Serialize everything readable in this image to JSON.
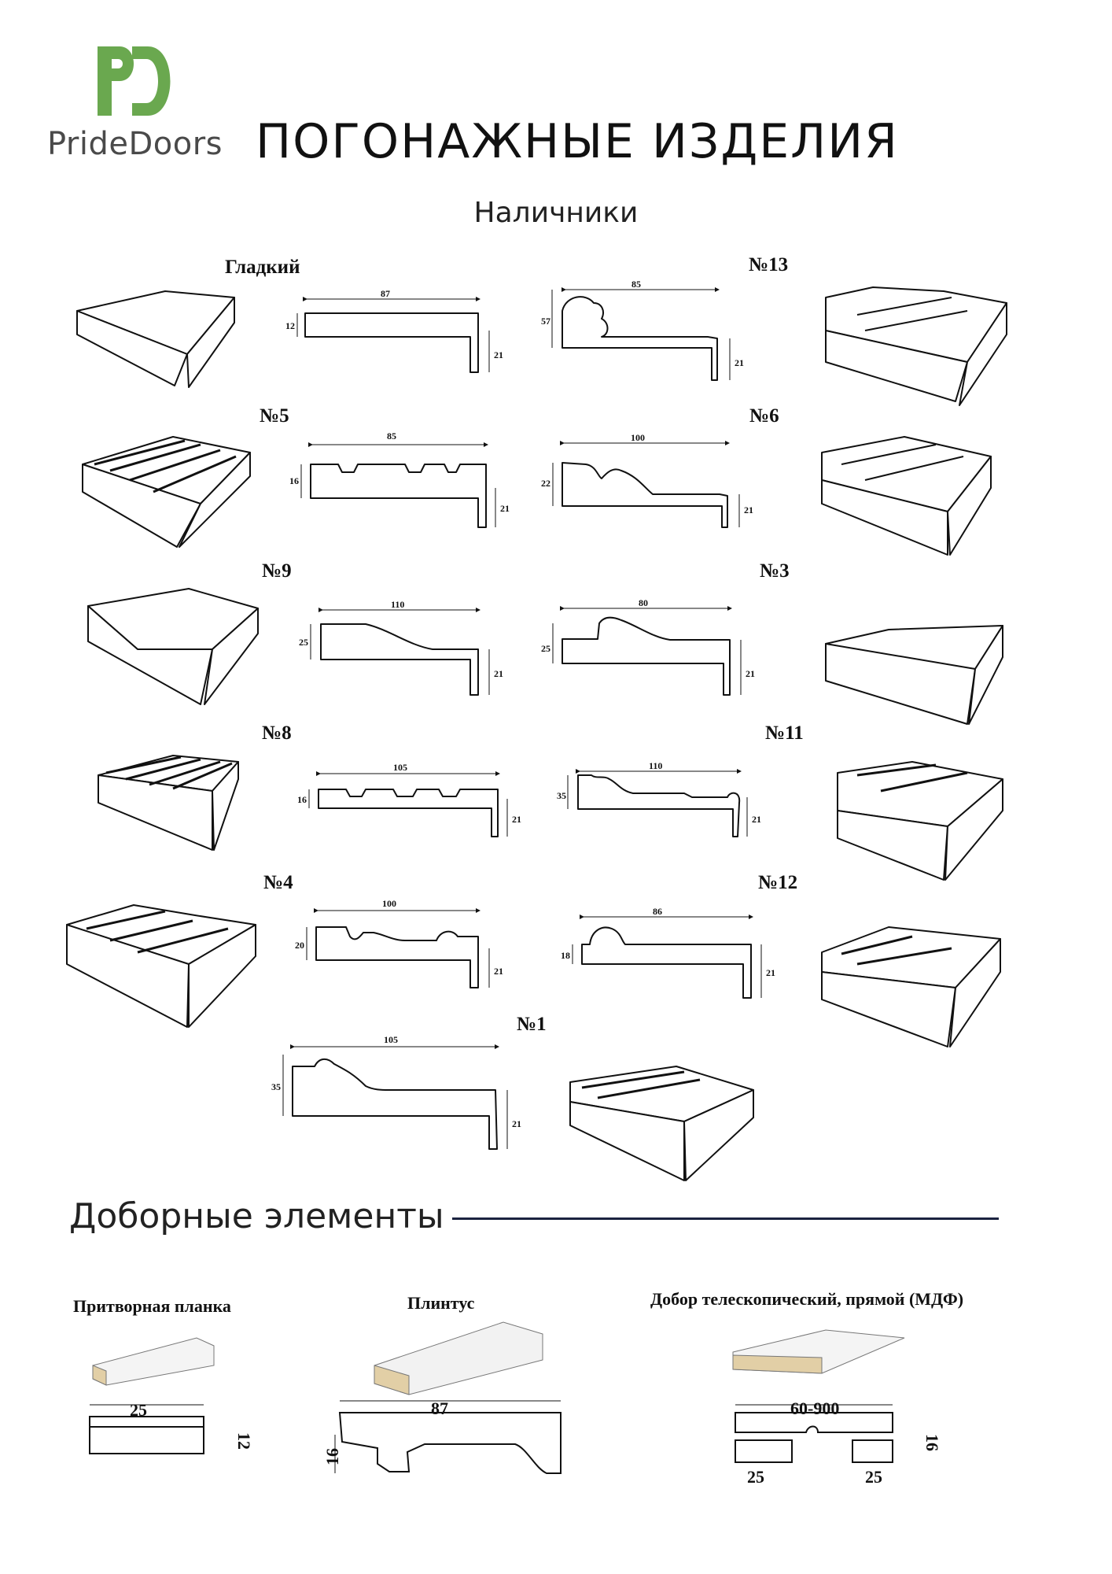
{
  "brand": {
    "name": "PrideDoors",
    "logo_color": "#6aa84f"
  },
  "title": "ПОГОНАЖНЫЕ ИЗДЕЛИЯ",
  "subtitle": "Наличники",
  "products": [
    {
      "label": "Гладкий",
      "width": "87",
      "height": "12",
      "depth": "21"
    },
    {
      "label": "№13",
      "width": "85",
      "height": "57",
      "depth": "21"
    },
    {
      "label": "№5",
      "width": "85",
      "height": "16",
      "depth": "21"
    },
    {
      "label": "№6",
      "width": "100",
      "height": "22",
      "depth": "21"
    },
    {
      "label": "№9",
      "width": "110",
      "height": "25",
      "depth": "21"
    },
    {
      "label": "№3",
      "width": "80",
      "height": "25",
      "depth": "21"
    },
    {
      "label": "№8",
      "width": "105",
      "height": "16",
      "depth": "21"
    },
    {
      "label": "№11",
      "width": "110",
      "height": "35",
      "depth": "21"
    },
    {
      "label": "№4",
      "width": "100",
      "height": "20",
      "depth": "21"
    },
    {
      "label": "№12",
      "width": "86",
      "height": "18",
      "depth": "21"
    },
    {
      "label": "№1",
      "width": "105",
      "height": "35",
      "depth": "21"
    }
  ],
  "extras": {
    "title": "Доборные элементы",
    "items": [
      {
        "label": "Притворная планка",
        "dims": [
          "25",
          "12"
        ]
      },
      {
        "label": "Плинтус",
        "dims": [
          "87",
          "16"
        ]
      },
      {
        "label": "Добор телескопический, прямой (МДФ)",
        "dims": [
          "60-900",
          "16",
          "25",
          "25"
        ]
      }
    ]
  }
}
